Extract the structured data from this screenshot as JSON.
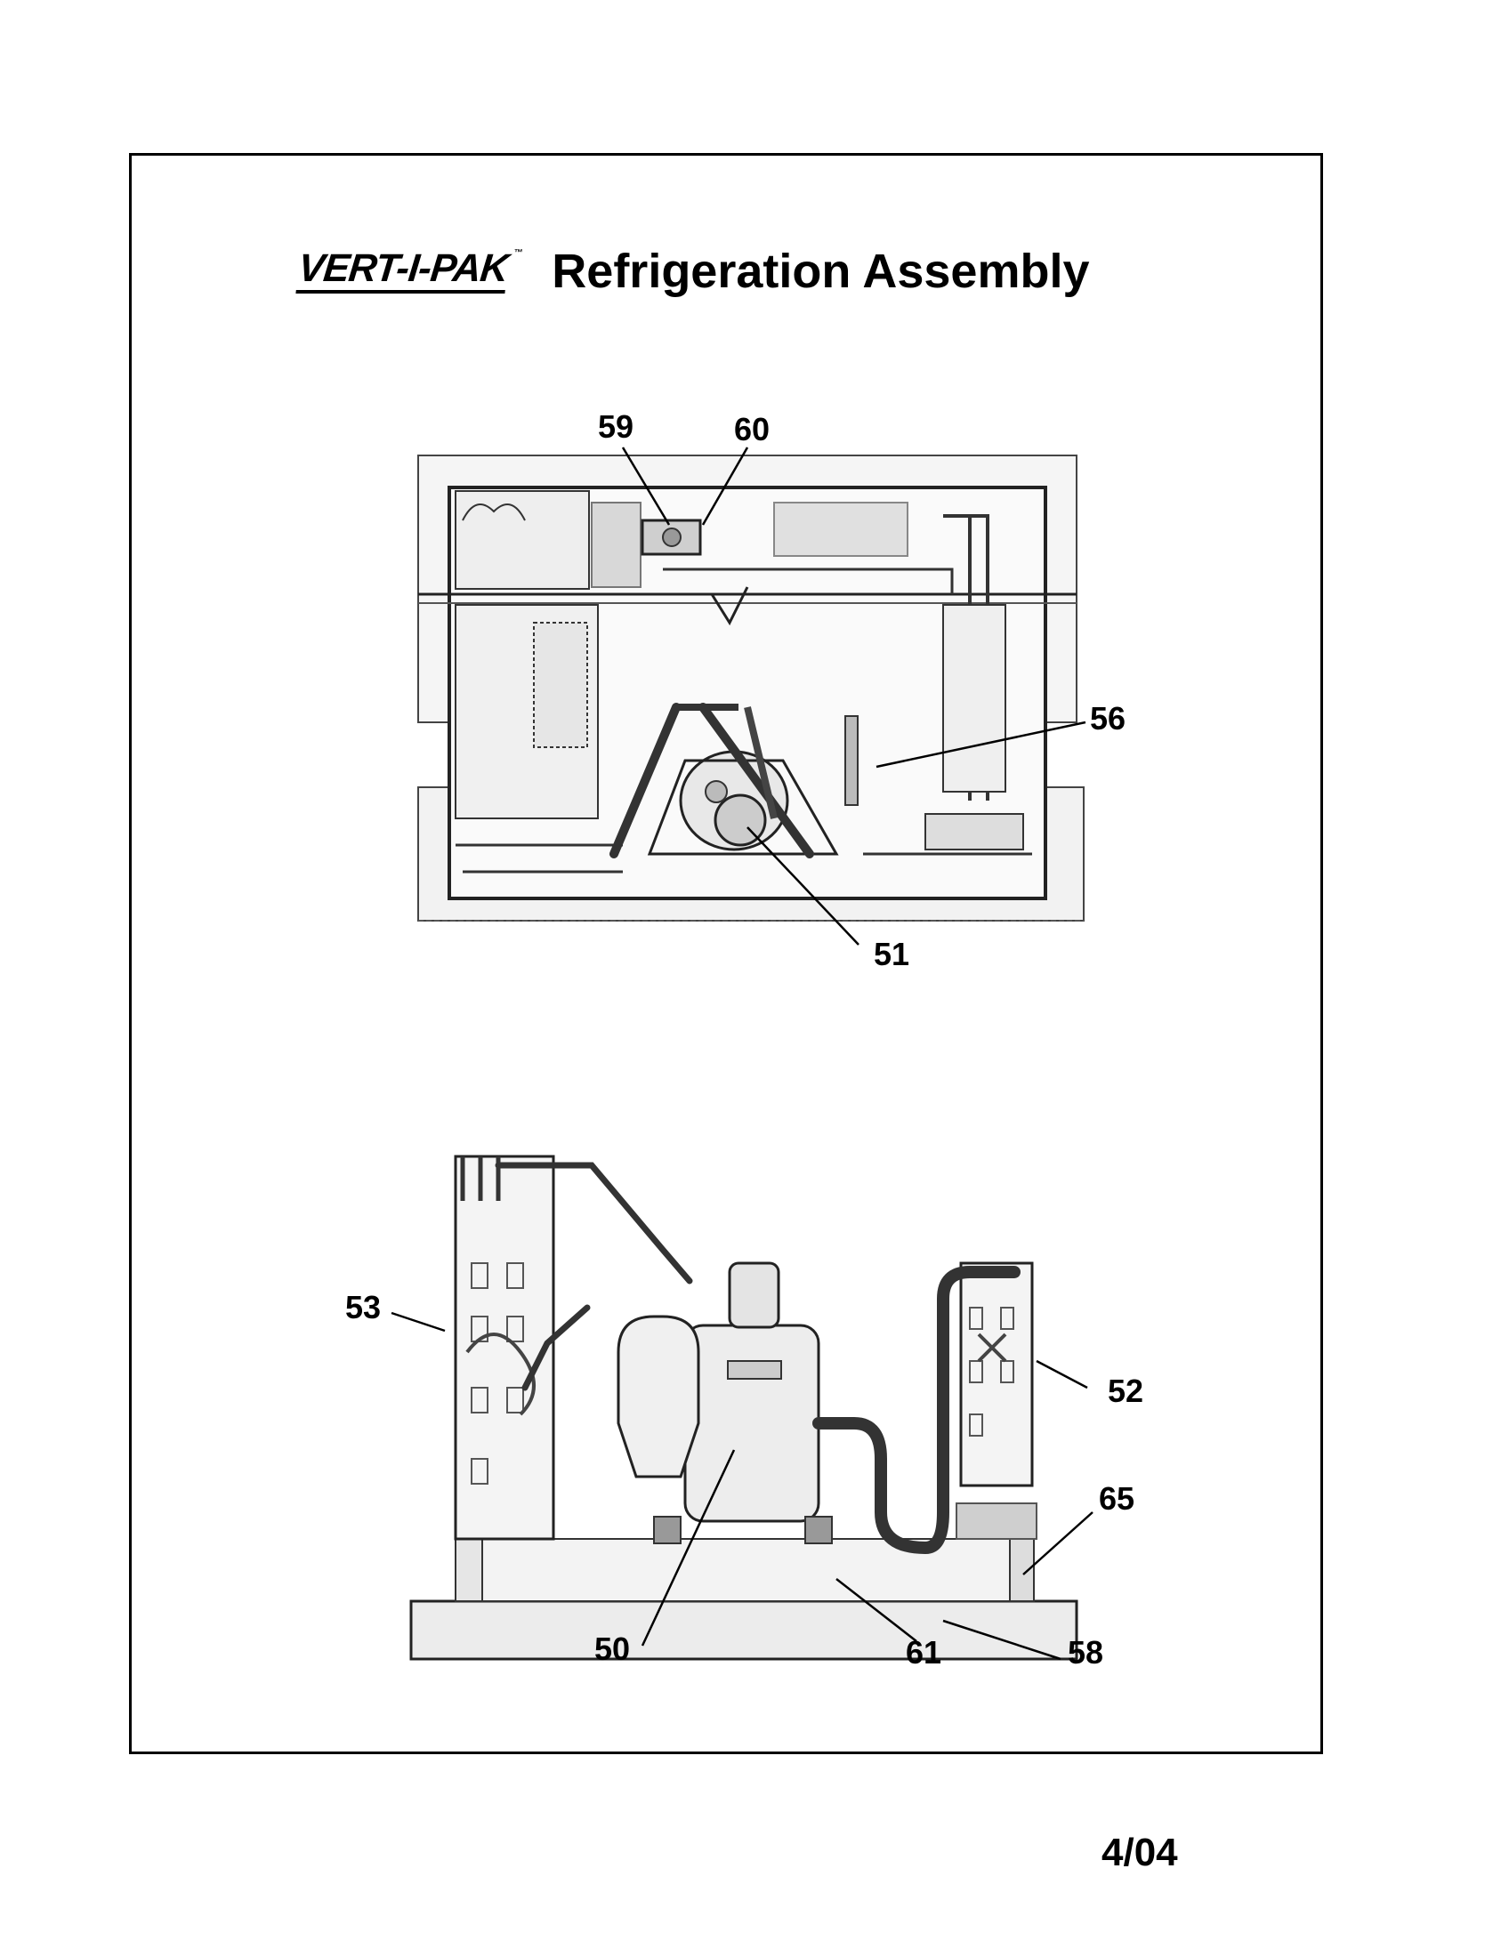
{
  "header": {
    "logo_text": "VERT-I-PAK",
    "logo_tm": "™",
    "title": "Refrigeration Assembly"
  },
  "callouts": {
    "c59": "59",
    "c60": "60",
    "c56": "56",
    "c51": "51",
    "c53": "53",
    "c52": "52",
    "c65": "65",
    "c50": "50",
    "c61": "61",
    "c58": "58"
  },
  "footer": {
    "page_number": "4/04"
  }
}
